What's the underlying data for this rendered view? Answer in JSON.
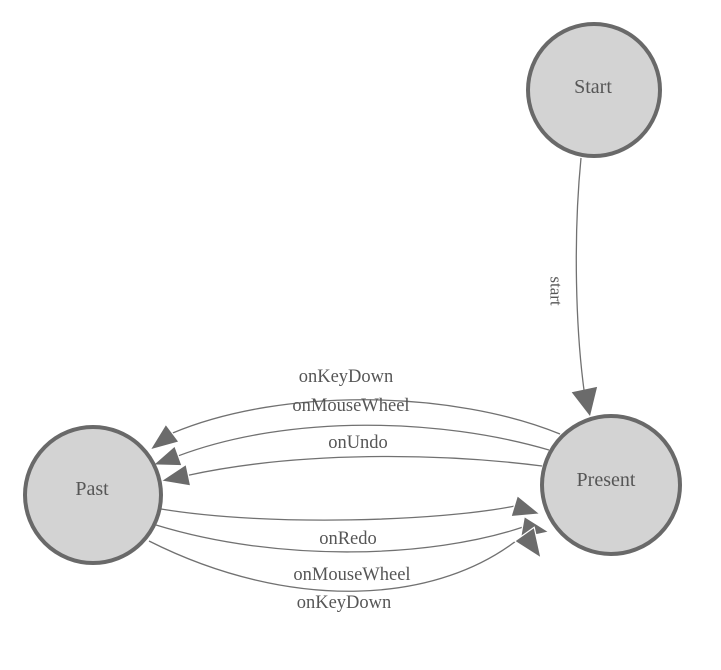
{
  "colors": {
    "background": "#ffffff",
    "node_fill": "#d3d3d3",
    "node_border": "#696969",
    "edge_line": "#717171",
    "arrow_fill": "#6b6b6b",
    "label_text": "#565656"
  },
  "nodes": {
    "start": {
      "label": "Start"
    },
    "past": {
      "label": "Past"
    },
    "present": {
      "label": "Present"
    }
  },
  "edges": {
    "start_to_present": {
      "label": "start",
      "from": "Start",
      "to": "Present"
    },
    "present_to_past_keydown": {
      "label": "onKeyDown",
      "from": "Present",
      "to": "Past"
    },
    "present_to_past_mousewheel": {
      "label": "onMouseWheel",
      "from": "Present",
      "to": "Past"
    },
    "present_to_past_undo": {
      "label": "onUndo",
      "from": "Present",
      "to": "Past"
    },
    "past_to_present_redo": {
      "label": "onRedo",
      "from": "Past",
      "to": "Present"
    },
    "past_to_present_mousewheel": {
      "label": "onMouseWheel",
      "from": "Past",
      "to": "Present"
    },
    "past_to_present_keydown": {
      "label": "onKeyDown",
      "from": "Past",
      "to": "Present"
    }
  }
}
